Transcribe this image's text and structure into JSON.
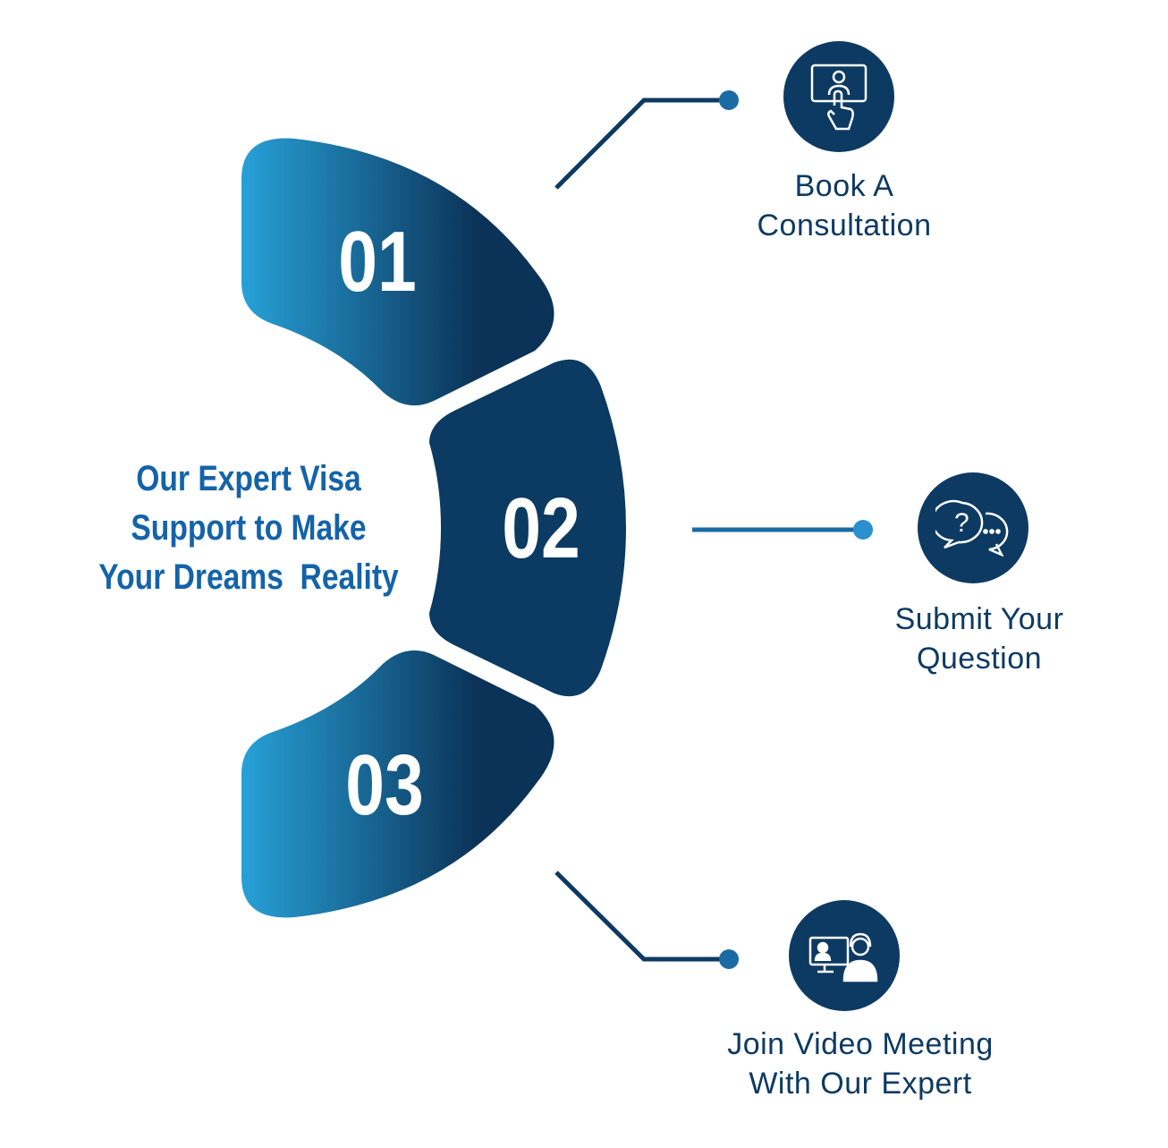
{
  "headline": {
    "lines": [
      "Our Expert Visa",
      "Support to Make",
      "Your Dreams  Reality"
    ]
  },
  "steps": [
    {
      "number": "01",
      "label_lines": [
        "Book A",
        "Consultation"
      ],
      "icon": "online-consultation-icon"
    },
    {
      "number": "02",
      "label_lines": [
        "Submit Your",
        "Question"
      ],
      "icon": "question-chat-icon"
    },
    {
      "number": "03",
      "label_lines": [
        "Join Video Meeting",
        "With Our Expert"
      ],
      "icon": "video-meeting-icon"
    }
  ],
  "colors": {
    "gradient_light": "#27a1d8",
    "gradient_dark": "#0b3358",
    "icon_bg": "#0d3a62",
    "label_text": "#0d3a62",
    "headline_text": "#1463a8"
  }
}
